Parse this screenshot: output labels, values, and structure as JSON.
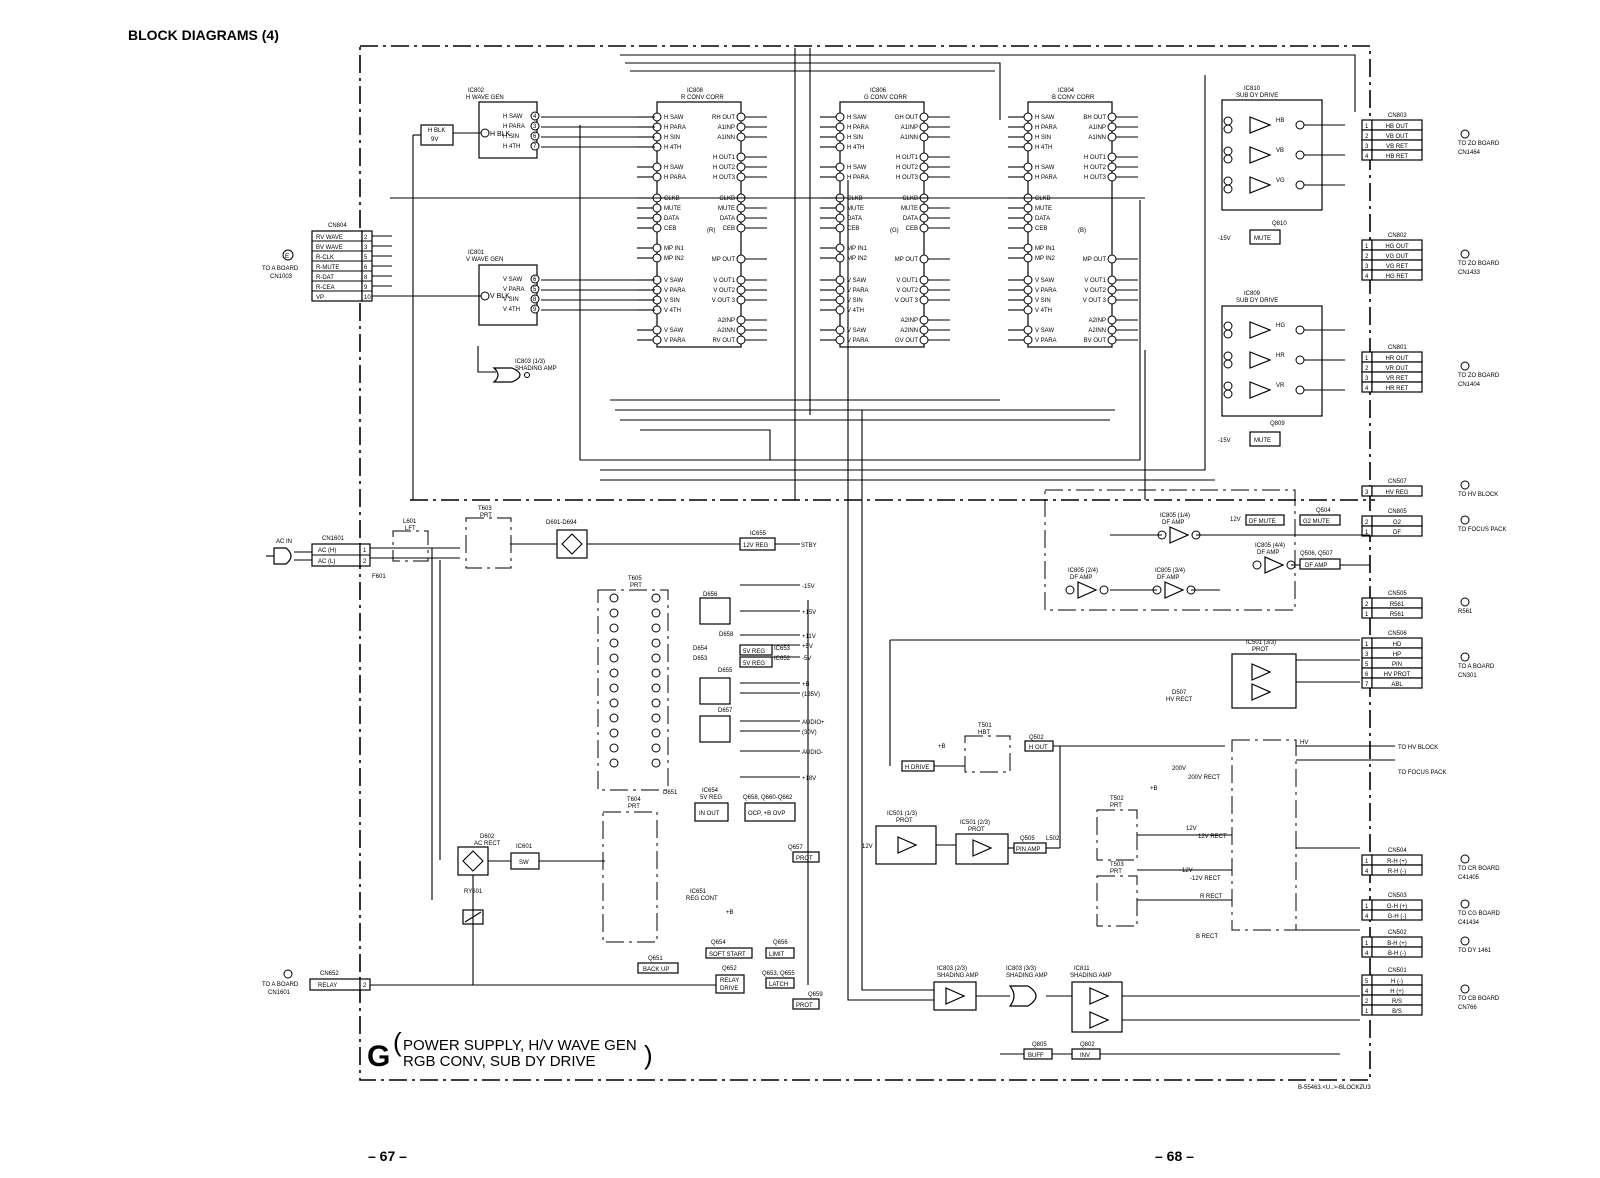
{
  "page": {
    "title": "BLOCK DIAGRAMS (4)",
    "page_left": "– 67 –",
    "page_right": "– 68 –",
    "board_letter": "G",
    "board_desc_line1": "POWER SUPPLY, H/V WAVE GEN",
    "board_desc_line2": "RGB CONV, SUB DY DRIVE",
    "doc_code": "B-55463.<U..>-BLOCKZU3"
  },
  "ics": {
    "ic802": {
      "ref": "IC802",
      "name": "H WAVE GEN",
      "label": "H BLK",
      "pins": [
        "H SAW",
        "H PARA",
        "H SIN",
        "H 4TH"
      ],
      "nums": [
        "4",
        "3",
        "6",
        "7"
      ]
    },
    "ic801": {
      "ref": "IC801",
      "name": "V WAVE GEN",
      "label": "V BLK",
      "pins": [
        "V SAW",
        "V PARA",
        "V SIN",
        "V 4TH"
      ],
      "nums": [
        "6",
        "5",
        "8",
        "9"
      ]
    },
    "ic808": {
      "ref": "IC808",
      "name": "R CONV CORR",
      "tag": "(R)"
    },
    "ic806": {
      "ref": "IC806",
      "name": "G CONV CORR",
      "tag": "(G)"
    },
    "ic804": {
      "ref": "IC804",
      "name": "B CONV CORR",
      "tag": "(B)"
    },
    "conv_left": [
      "H SAW",
      "H PARA",
      "H SIN",
      "H 4TH",
      "H SAW",
      "H PARA",
      "CLKB",
      "MUTE",
      "DATA",
      "CEB",
      "MP IN1",
      "MP IN2",
      "V SAW",
      "V PARA",
      "V SIN",
      "V 4TH",
      "V SAW",
      "V PARA"
    ],
    "conv_right_r": [
      "RH OUT",
      "A1INP",
      "A1INN",
      "H OUT1",
      "H OUT2",
      "H OUT3",
      "CLKB",
      "MUTE",
      "DATA",
      "CEB",
      "MP OUT",
      "V OUT1",
      "V OUT2",
      "V OUT 3",
      "A2INP",
      "A2INN",
      "RV OUT"
    ],
    "conv_right_g": [
      "GH OUT",
      "A1INP",
      "A1INN",
      "H OUT1",
      "H OUT2",
      "H OUT3",
      "CLKB",
      "MUTE",
      "DATA",
      "CEB",
      "MP OUT",
      "V OUT1",
      "V OUT2",
      "V OUT 3",
      "A2INP",
      "A2INN",
      "GV OUT"
    ],
    "conv_right_b": [
      "BH OUT",
      "A1INP",
      "A1INN",
      "H OUT1",
      "H OUT2",
      "H OUT3",
      "MP OUT",
      "V OUT1",
      "V OUT2",
      "V OUT 3",
      "A2INP",
      "A2INN",
      "BV OUT"
    ],
    "ic810": {
      "ref": "IC810",
      "name": "SUB DY DRIVE",
      "amps": [
        "HB",
        "VB",
        "VG"
      ]
    },
    "ic809": {
      "ref": "IC809",
      "name": "SUB DY DRIVE",
      "amps": [
        "HG",
        "HR",
        "VR"
      ]
    },
    "ic803": {
      "ref": "IC803 (1/3)",
      "name": "SHADING AMP"
    },
    "ic803b": {
      "ref": "IC803 (2/3)",
      "name": "SHADING AMP"
    },
    "ic803c": {
      "ref": "IC803 (3/3)",
      "name": "SHADING AMP"
    },
    "ic811": {
      "ref": "IC811",
      "name": "SHADING AMP"
    },
    "ic805a": {
      "ref": "IC805 (1/4)",
      "name": "DF AMP"
    },
    "ic805b": {
      "ref": "IC805 (2/4)",
      "name": "DF AMP"
    },
    "ic805c": {
      "ref": "IC805 (3/4)",
      "name": "DF AMP"
    },
    "ic805d": {
      "ref": "IC805 (4/4)",
      "name": "DF AMP"
    },
    "ic501a": {
      "ref": "IC501 (1/3)",
      "name": "PROT"
    },
    "ic501b": {
      "ref": "IC501 (2/3)",
      "name": "PROT"
    },
    "ic501c": {
      "ref": "IC501 (3/3)",
      "name": "PROT"
    }
  },
  "mute": {
    "label": "MUTE",
    "q810": "Q810",
    "q809": "Q809",
    "v15": "-15V"
  },
  "connectors": {
    "cn804": {
      "ref": "CN804",
      "to": [
        "TO A BOARD",
        "CN1003"
      ],
      "circle": "E",
      "pins": [
        "RV WAVE",
        "BV WAVE",
        "R-CLK",
        "R-MUTE",
        "R-DAT",
        "R-CEA",
        "VP"
      ],
      "nums": [
        "2",
        "3",
        "5",
        "6",
        "8",
        "9",
        "10"
      ]
    },
    "cn803": {
      "ref": "CN803",
      "to": [
        "TO ZO BOARD",
        "CN1464"
      ],
      "pins": [
        "HB OUT",
        "VB OUT",
        "VB RET",
        "HB RET"
      ],
      "nums": [
        "1",
        "2",
        "3",
        "4"
      ]
    },
    "cn802": {
      "ref": "CN802",
      "to": [
        "TO ZO BOARD",
        "CN1433"
      ],
      "pins": [
        "HG OUT",
        "VG OUT",
        "VG RET",
        "HG RET"
      ],
      "nums": [
        "1",
        "2",
        "3",
        "4"
      ]
    },
    "cn801": {
      "ref": "CN801",
      "to": [
        "TO ZO BOARD",
        "CN1404"
      ],
      "pins": [
        "HR OUT",
        "VR OUT",
        "VR RET",
        "HR RET"
      ],
      "nums": [
        "1",
        "2",
        "3",
        "4"
      ]
    },
    "cn507": {
      "ref": "CN507",
      "to": [
        "TO HV BLOCK"
      ],
      "pins": [
        "HV REG"
      ],
      "nums": [
        "3"
      ]
    },
    "cn805": {
      "ref": "CN805",
      "to": [
        "TO FOCUS PACK"
      ],
      "pins": [
        "G2",
        "DF"
      ],
      "nums": [
        "2",
        "1"
      ]
    },
    "cn505": {
      "ref": "CN505",
      "to": [
        "R561"
      ],
      "pins": [
        "R561",
        "R561"
      ],
      "nums": [
        "2",
        "1"
      ]
    },
    "cn506": {
      "ref": "CN506",
      "to": [
        "TO A BOARD",
        "CN301"
      ],
      "pins": [
        "HD",
        "HP",
        "PIN",
        "HV PROT",
        "ABL"
      ],
      "nums": [
        "1",
        "3",
        "5",
        "6",
        "7"
      ]
    },
    "cn504": {
      "ref": "CN504",
      "to": [
        "TO CR BOARD",
        "C41405"
      ],
      "pins": [
        "R-H (+)",
        "R-H (-)"
      ],
      "nums": [
        "1",
        "4"
      ]
    },
    "cn503": {
      "ref": "CN503",
      "to": [
        "TO CG BOARD",
        "C41434"
      ],
      "pins": [
        "G-H (+)",
        "G-H (-)"
      ],
      "nums": [
        "1",
        "4"
      ]
    },
    "cn502": {
      "ref": "CN502",
      "to": [
        "TO DY 1461"
      ],
      "pins": [
        "B-H (+)",
        "B-H (-)"
      ],
      "nums": [
        "1",
        "4"
      ]
    },
    "cn501": {
      "ref": "CN501",
      "to": [
        "TO CB BOARD",
        "CN766"
      ],
      "pins": [
        "H (-)",
        "H (+)",
        "R/S",
        "B/S"
      ],
      "nums": [
        "5",
        "4",
        "2",
        "1"
      ]
    },
    "cn1601": {
      "ref": "CN1601",
      "pins": [
        "AC (H)",
        "AC (L)"
      ],
      "nums": [
        "1",
        "2"
      ],
      "in": "AC IN"
    },
    "cn652": {
      "ref": "CN652",
      "to": [
        "TO A BOARD",
        "CN1601"
      ],
      "pins": [
        "RELAY"
      ],
      "nums": [
        "2"
      ]
    }
  },
  "power": {
    "hblk": "H BLK\n9V",
    "l601": "L601",
    "lft": "LFT",
    "f601": "F601",
    "t603": "T603",
    "prt": "PRT",
    "d691": "D691-D694",
    "ic655": "IC655",
    "reg12": "12V REG",
    "stby": "STBY",
    "t605": "T605",
    "t604": "T604",
    "d656": "D656",
    "d658": "D658",
    "d654": "D654",
    "d653": "D653",
    "ic653": "IC653",
    "ic652": "IC652",
    "reg5": "5V REG",
    "d655": "D655",
    "d657": "D657",
    "d651": "D651",
    "outs": [
      "-15V",
      "+15V",
      "+11V",
      "+5V",
      "-5V",
      "+B",
      "(135V)",
      "AUDIO+",
      "(30V)",
      "AUDIO-",
      "+18V"
    ],
    "ic654": "IC654",
    "reg5b": "5V REG",
    "inout": "IN OUT",
    "q658": "Q658, Q660-Q662",
    "ocp": "OCP, +B OVP",
    "q657": "Q657",
    "prot": "PROT",
    "d602": "D602",
    "acrect": "AC RECT",
    "ic601": "IC601",
    "sw": "SW",
    "ry601": "RY601",
    "ic651": "IC651",
    "regcont": "REG CONT",
    "plusb": "+B",
    "q654": "Q654",
    "softstart": "SOFT START",
    "q656": "Q656",
    "limit": "LIMIT",
    "q651": "Q651",
    "backup": "BACK UP",
    "q652": "Q652",
    "relaydrive": "RELAY DRIVE",
    "q653": "Q653, Q655",
    "latch": "LATCH",
    "q659": "Q659"
  },
  "hv": {
    "df12v": "12V",
    "dfmute": "DF MUTE",
    "q504": "Q504",
    "g2mute": "G2 MUTE",
    "q506": "Q506, Q507",
    "dfamp": "DF AMP",
    "d507": "D507",
    "hvrect": "HV RECT",
    "t501": "T501",
    "hbt": "HBT",
    "q502": "Q502",
    "hout": "H OUT",
    "hdrive": "H DRIVE",
    "plusb": "+B",
    "hvout": [
      "HV",
      "TO HV BLOCK",
      "TO FOCUS PACK"
    ],
    "d200": "200V RECT",
    "v200": "200V",
    "q505": "Q505",
    "pinamp": "PIN AMP",
    "l502": "L502",
    "t502": "T502",
    "t503": "T503",
    "prt": "PRT",
    "d520": "12V RECT",
    "d521": "-12V RECT",
    "d514": "R RECT",
    "d515": "B RECT",
    "v12": "12V",
    "vm12": "-12V",
    "v12b": "12V",
    "q805": "Q805",
    "buff": "BUFF",
    "q802": "Q802",
    "inv": "INV"
  }
}
